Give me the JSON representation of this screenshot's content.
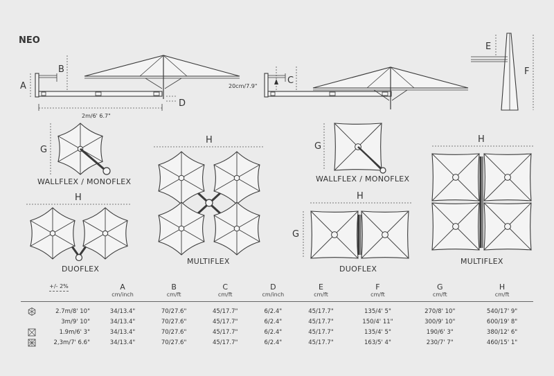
{
  "title": "NEO",
  "labels": {
    "A": "A",
    "B": "B",
    "C": "C",
    "D": "D",
    "E": "E",
    "F": "F",
    "G": "G",
    "H": "H",
    "arm_length": "2m/6' 6.7\"",
    "offset": "20cm/7.9\""
  },
  "captions": {
    "hex_single": "WALLFLEX / MONOFLEX",
    "hex_duo": "DUOFLEX",
    "hex_multi": "MULTIFLEX",
    "sq_single": "WALLFLEX / MONOFLEX",
    "sq_duo": "DUOFLEX",
    "sq_multi": "MULTIFLEX"
  },
  "table": {
    "tolerance": "+/- 2%",
    "columns": [
      {
        "letter": "A",
        "unit": "cm/inch"
      },
      {
        "letter": "B",
        "unit": "cm/ft"
      },
      {
        "letter": "C",
        "unit": "cm/ft"
      },
      {
        "letter": "D",
        "unit": "cm/inch"
      },
      {
        "letter": "E",
        "unit": "cm/ft"
      },
      {
        "letter": "F",
        "unit": "cm/ft"
      },
      {
        "letter": "G",
        "unit": "cm/ft"
      },
      {
        "letter": "H",
        "unit": "cm/ft"
      }
    ],
    "rows": [
      {
        "icon": "hexagon-canopy-icon",
        "size": "2.7m/8' 10\"",
        "values": [
          "34/13.4\"",
          "70/27.6\"",
          "45/17.7\"",
          "6/2.4\"",
          "45/17.7\"",
          "135/4'  5\"",
          "270/8' 10\"",
          "540/17' 9\""
        ]
      },
      {
        "icon": "",
        "size": "3m/9' 10\"",
        "values": [
          "34/13.4\"",
          "70/27.6\"",
          "45/17.7\"",
          "6/2.4\"",
          "45/17.7\"",
          "150/4'  11\"",
          "300/9' 10\"",
          "600/19' 8\""
        ]
      },
      {
        "icon": "square-canopy-icon",
        "size": "1.9m/6' 3\"",
        "values": [
          "34/13.4\"",
          "70/27.6\"",
          "45/17.7\"",
          "6/2.4\"",
          "45/17.7\"",
          "135/4'  5\"",
          "190/6' 3\"",
          "380/12' 6\""
        ]
      },
      {
        "icon": "square-canopy-ribbed-icon",
        "size": "2,3m/7' 6.6\"",
        "values": [
          "34/13.4\"",
          "70/27.6\"",
          "45/17.7\"",
          "6/2.4\"",
          "45/17.7\"",
          "163/5'  4\"",
          "230/7' 7\"",
          "460/15' 1\""
        ]
      }
    ]
  }
}
